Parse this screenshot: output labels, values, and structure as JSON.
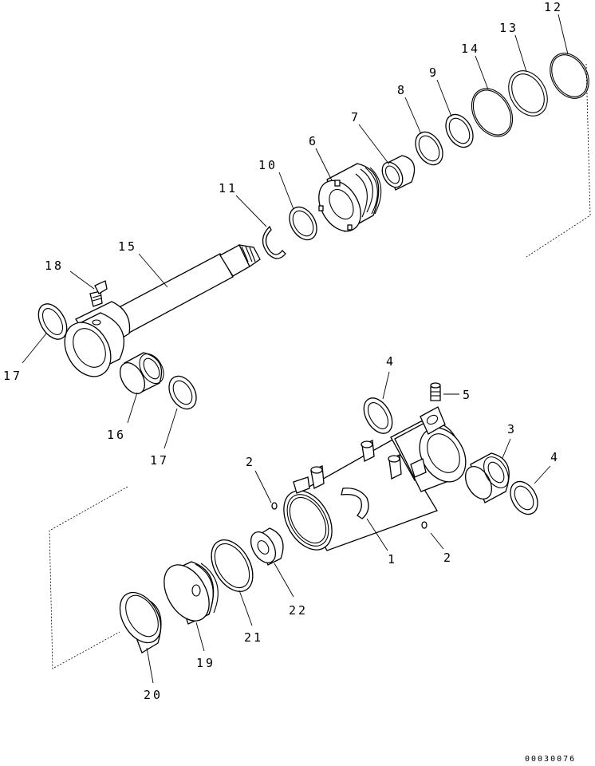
{
  "diagram": {
    "labels": {
      "l12": "12",
      "l13": "13",
      "l14": "14",
      "l9": "9",
      "l8": "8",
      "l7": "7",
      "l6": "6",
      "l10": "10",
      "l11": "11",
      "l15": "15",
      "l18": "18",
      "l17a": "17",
      "l16": "16",
      "l17b": "17",
      "l4a": "4",
      "l5": "5",
      "l3": "3",
      "l4b": "4",
      "l2a": "2",
      "l2b": "2",
      "l1": "1",
      "l22": "22",
      "l21": "21",
      "l19": "19",
      "l20": "20"
    },
    "drawing_code": "00030076"
  }
}
